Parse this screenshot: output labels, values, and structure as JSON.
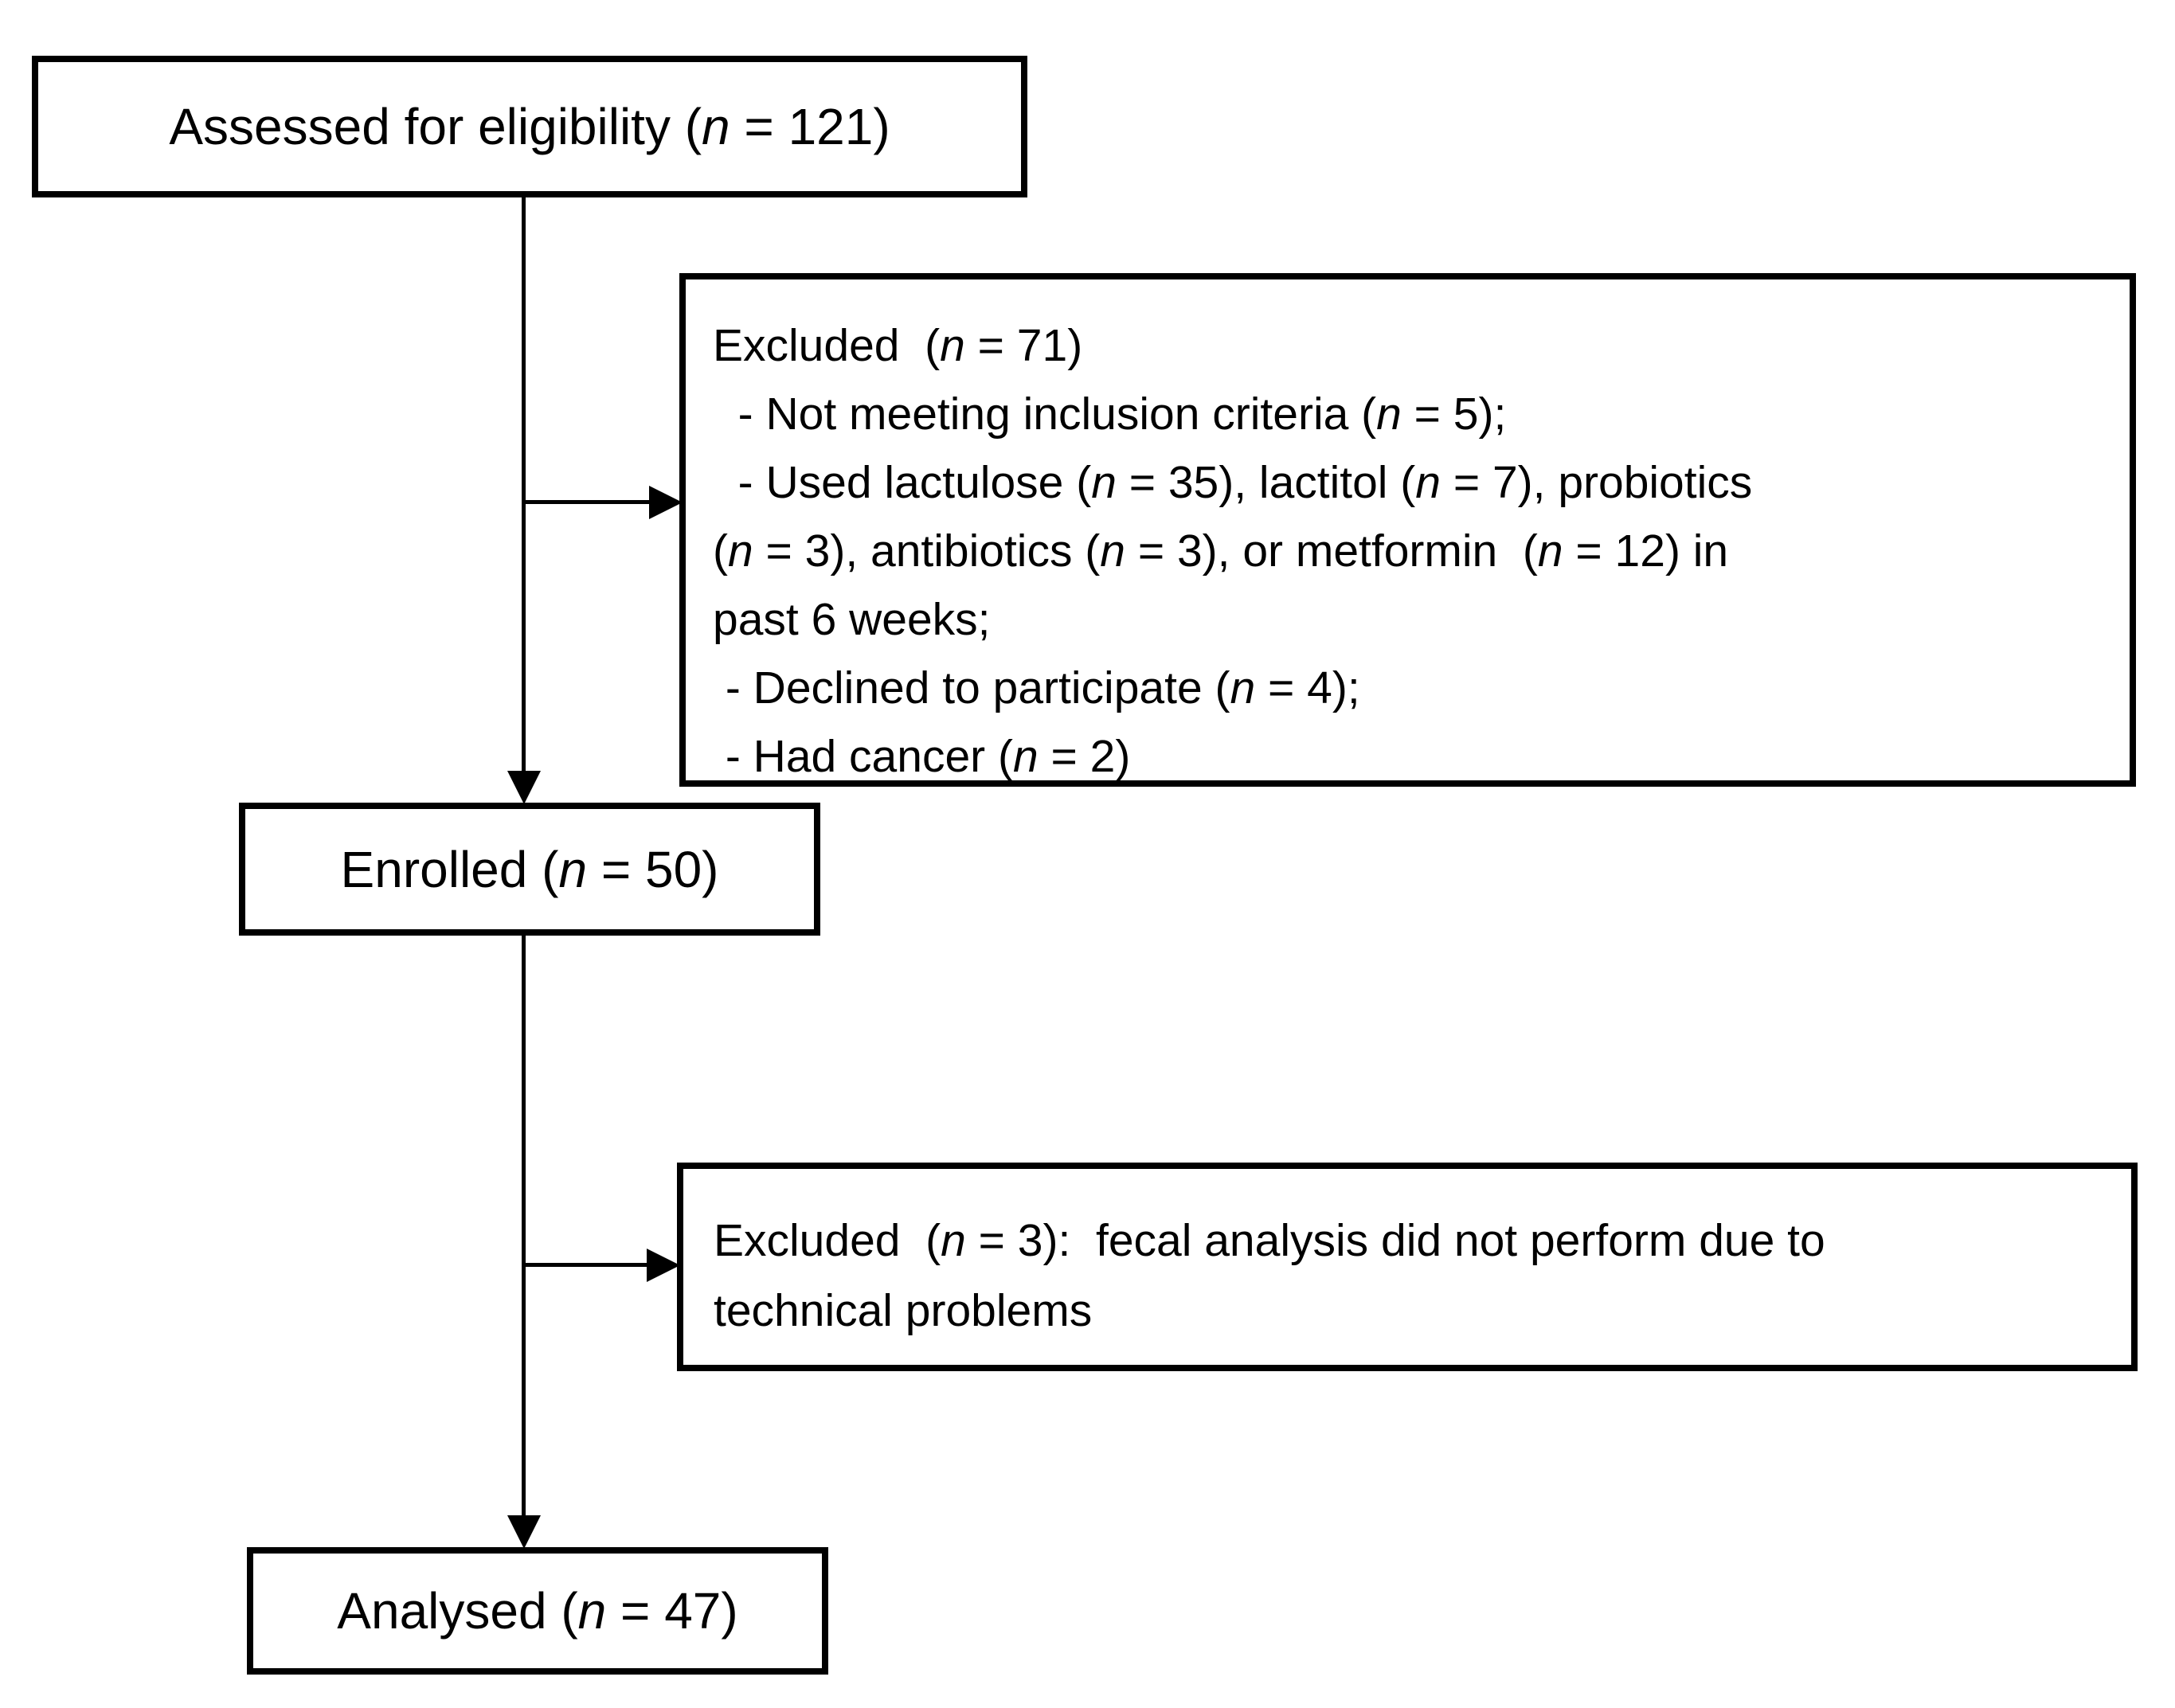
{
  "flow": {
    "assessed": {
      "label": "Assessed for eligibility (n = 121)"
    },
    "excluded_eligibility": {
      "lines": [
        "Excluded  (n = 71)",
        "  - Not meeting inclusion criteria (n = 5);",
        "  - Used lactulose (n = 35), lactitol (n = 7), probiotics",
        "(n = 3), antibiotics (n = 3), or metformin  (n = 12) in",
        "past 6 weeks;",
        " - Declined to participate (n = 4);",
        " - Had cancer (n = 2)"
      ]
    },
    "enrolled": {
      "label": "Enrolled (n = 50)"
    },
    "excluded_analysis": {
      "lines": [
        "Excluded  (n = 3):  fecal analysis did not perform due to",
        "technical problems"
      ]
    },
    "analysed": {
      "label": "Analysed (n = 47)"
    }
  },
  "colors": {
    "border": "#000000",
    "background": "#ffffff",
    "text": "#000000"
  }
}
